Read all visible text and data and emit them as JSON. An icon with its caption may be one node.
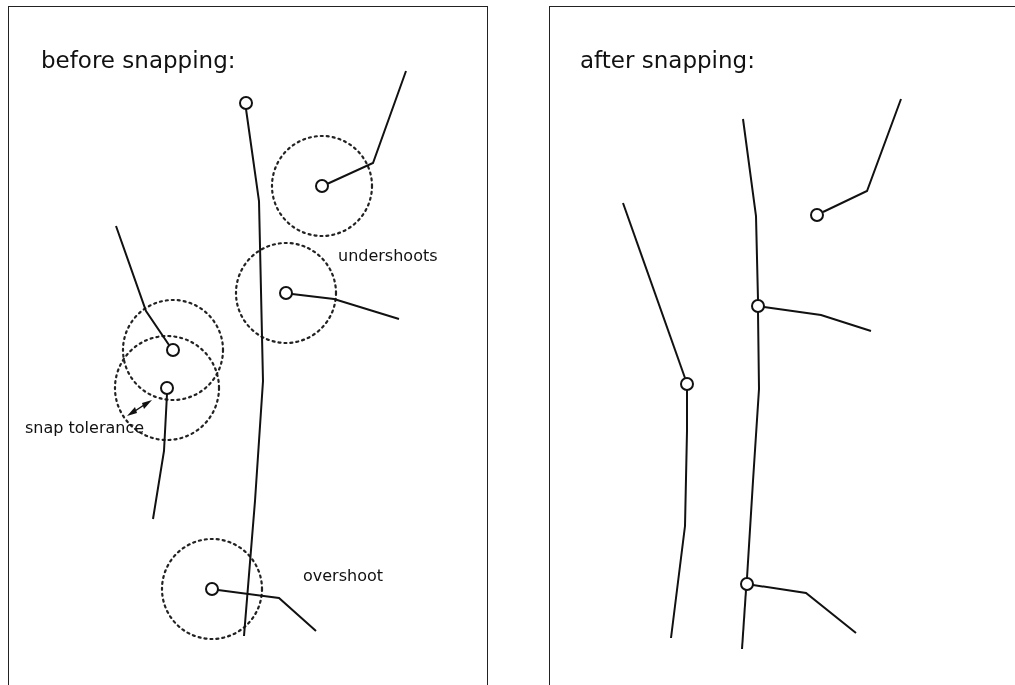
{
  "diagram": {
    "nodes": [
      {
        "text": [
          "before snapping:"
        ]
      },
      {
        "text": [
          "after snapping:"
        ]
      }
    ],
    "edges": [],
    "labels": [
      "undershoots",
      "snap tolerance",
      "overshoot"
    ]
  }
}
